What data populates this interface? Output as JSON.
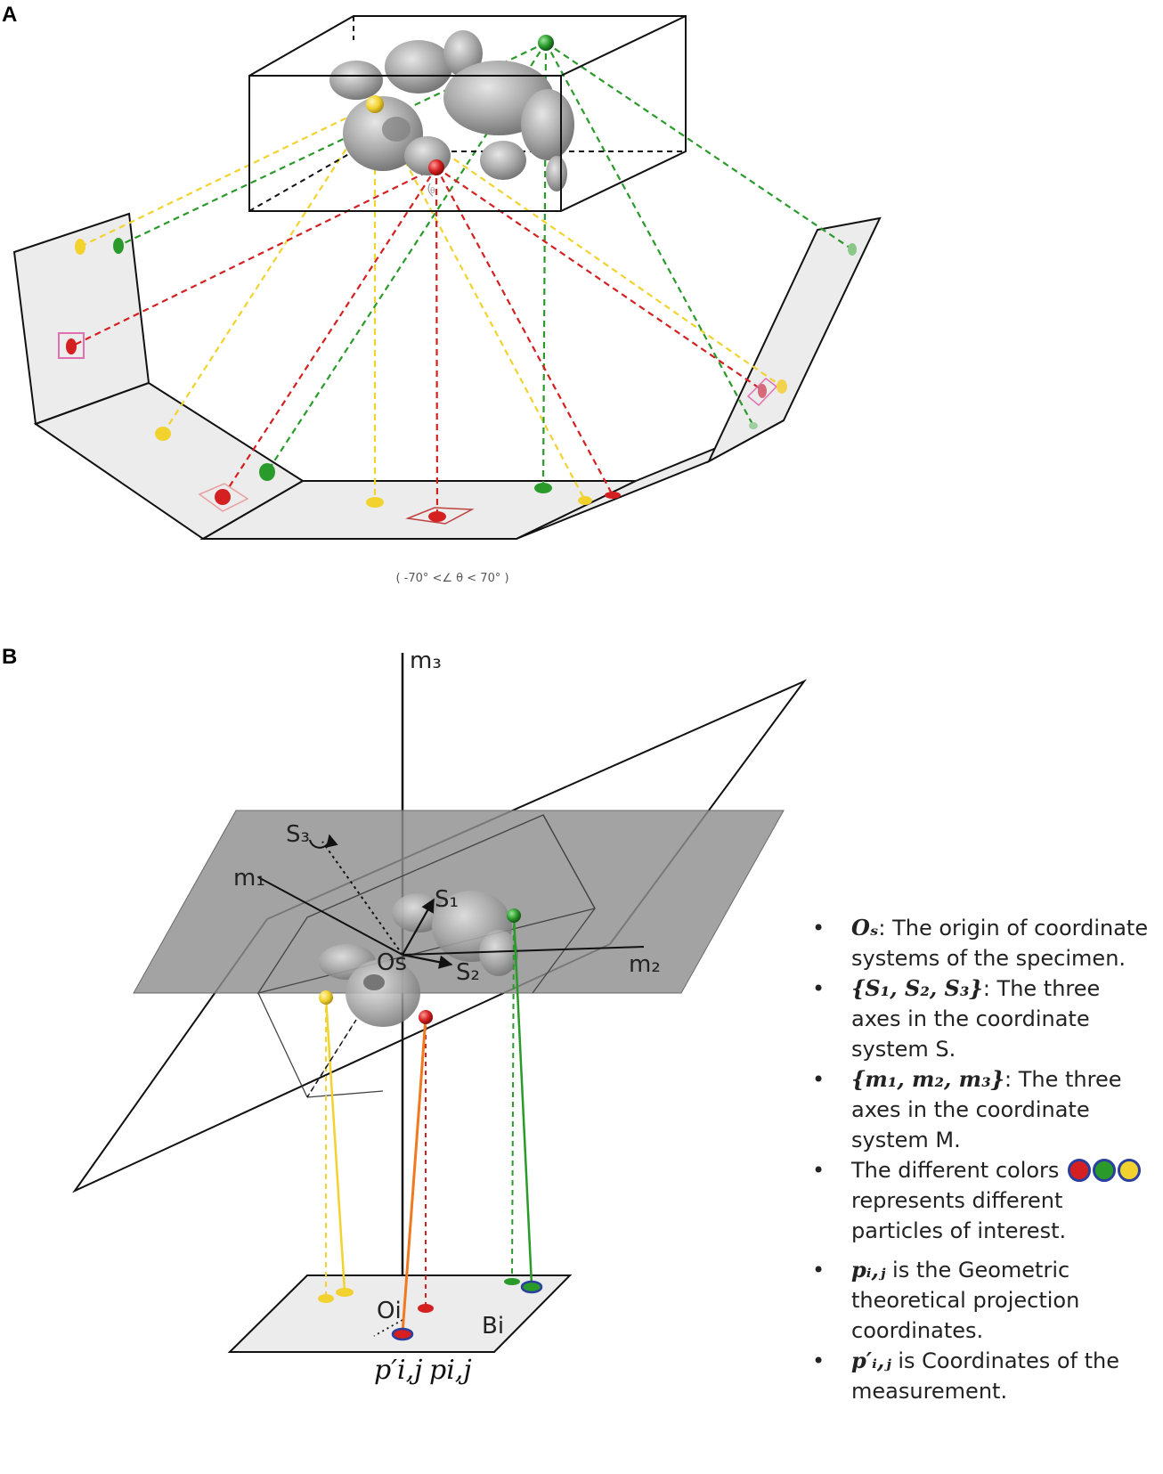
{
  "panels": {
    "a_label": "A",
    "b_label": "B"
  },
  "panel_a": {
    "angle_range": "( -70° <∠ θ < 70° )",
    "theta_mark": "θ"
  },
  "panel_b": {
    "axes": {
      "m1": "m₁",
      "m2": "m₂",
      "m3": "m₃",
      "s1": "S₁",
      "s2": "S₂",
      "s3": "S₃"
    },
    "origin_s": "Os",
    "origin_i": "Oi",
    "plane_label": "Bi",
    "p_measured": "p′i,j",
    "p_theoretical": "pi,j"
  },
  "legend": {
    "items": [
      {
        "symbol": "Oₛ",
        "text": ": The origin of coordinate systems of the specimen."
      },
      {
        "symbol": "{S₁, S₂, S₃}",
        "text": ": The three axes in the coordinate system S."
      },
      {
        "symbol": "{m₁, m₂, m₃}",
        "text": ": The three axes in the coordinate system M."
      },
      {
        "symbol": "",
        "text": "The different colors"
      },
      {
        "symbol": "",
        "text": "represents different particles of interest."
      },
      {
        "symbol": "pᵢ,ⱼ",
        "text": " is the Geometric theoretical projection coordinates."
      },
      {
        "symbol": "p′ᵢ,ⱼ",
        "text": " is Coordinates of the measurement."
      }
    ]
  },
  "colors": {
    "red": "#d42020",
    "green": "#2a9a2a",
    "yellow": "#f2d22e",
    "pink": "#e070b0",
    "gray_plane": "#8f8f8f",
    "light_plane": "#ededed",
    "dot_outline": "#2b3f9e"
  }
}
